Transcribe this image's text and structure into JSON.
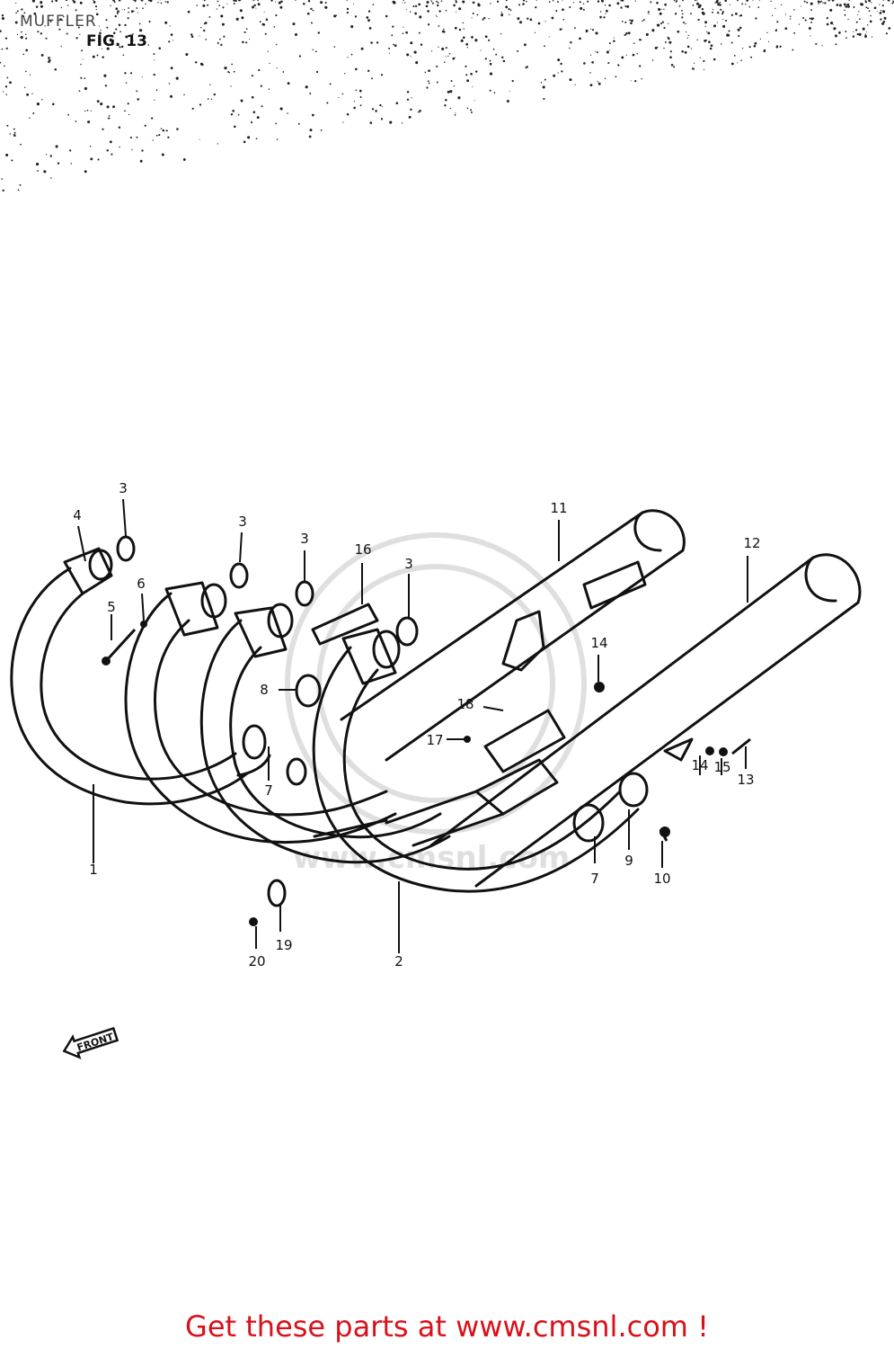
{
  "header": {
    "title": "MUFFLER",
    "figure": "FIG. 13"
  },
  "callouts": [
    "1",
    "2",
    "3",
    "3",
    "3",
    "3",
    "4",
    "5",
    "6",
    "7",
    "7",
    "8",
    "9",
    "10",
    "11",
    "12",
    "13",
    "14",
    "14",
    "15",
    "16",
    "17",
    "18",
    "19",
    "20"
  ],
  "watermark": {
    "text": "www.cmsnl.com"
  },
  "front_arrow": {
    "text": "FRONT"
  },
  "footer": {
    "text": "Get these parts at www.cmsnl.com !",
    "color": "#d8111a"
  }
}
